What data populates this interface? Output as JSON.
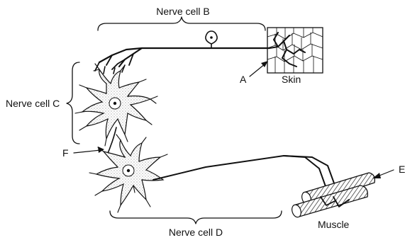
{
  "labels": {
    "nerve_cell_b": "Nerve cell B",
    "nerve_cell_c": "Nerve cell C",
    "nerve_cell_d": "Nerve cell D",
    "a": "A",
    "e": "E",
    "f": "F",
    "skin": "Skin",
    "muscle": "Muscle"
  }
}
